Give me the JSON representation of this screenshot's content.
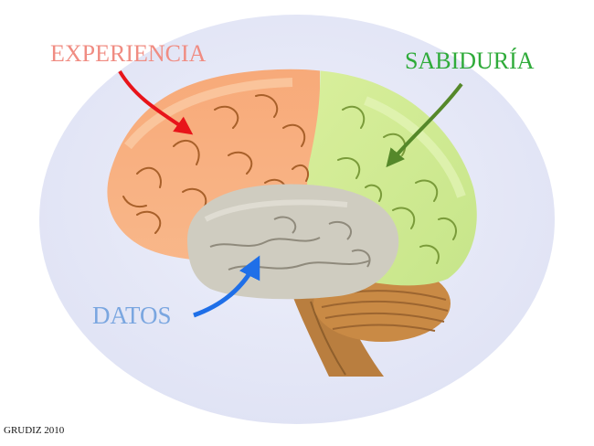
{
  "labels": {
    "experiencia": "EXPERIENCIA",
    "sabiduria": "SABIDURÍA",
    "datos": "DATOS"
  },
  "credit": "GRUDIZ 2010",
  "colors": {
    "background_ellipse": "#e6e8f7",
    "experiencia_region": "#f8b182",
    "sabiduria_region": "#cfe895",
    "datos_region": "#cfccc0",
    "cerebellum": "#c98a45",
    "brainstem": "#b97e3f",
    "experiencia_text": "#f08c82",
    "sabiduria_text": "#2fab3a",
    "datos_text": "#7aa6e0",
    "experiencia_arrow": "#e8141a",
    "sabiduria_arrow": "#55882a",
    "datos_arrow": "#1f6fe8"
  }
}
